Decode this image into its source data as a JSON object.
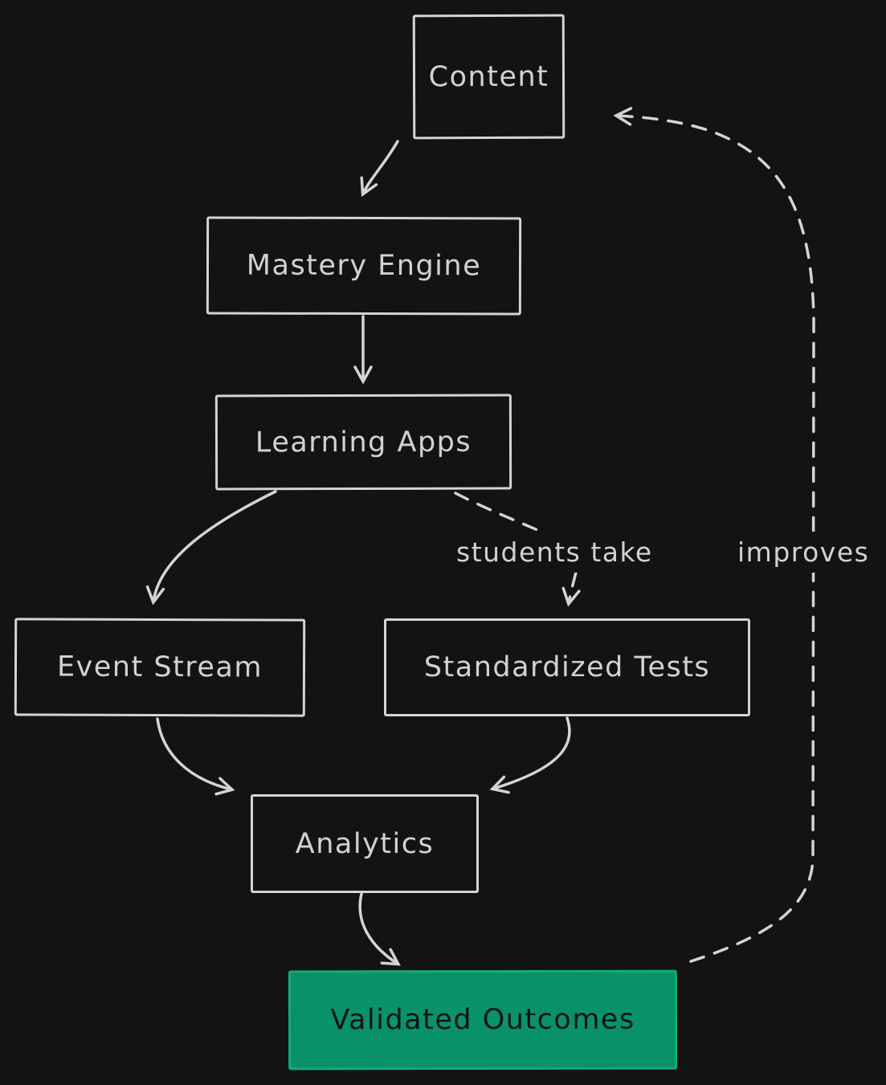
{
  "diagram": {
    "colors": {
      "background": "#131313",
      "stroke": "#d4d4d4",
      "highlight_fill": "#099268",
      "highlight_stroke": "#14aa7d",
      "highlight_text": "#0e1512"
    },
    "nodes": {
      "content": {
        "label": "Content"
      },
      "mastery_engine": {
        "label": "Mastery Engine"
      },
      "learning_apps": {
        "label": "Learning Apps"
      },
      "event_stream": {
        "label": "Event Stream"
      },
      "standardized_tests": {
        "label": "Standardized Tests"
      },
      "analytics": {
        "label": "Analytics"
      },
      "validated_outcomes": {
        "label": "Validated Outcomes"
      }
    },
    "edge_labels": {
      "students_take": "students take",
      "improves": "improves"
    },
    "edges": [
      {
        "from": "content",
        "to": "mastery_engine",
        "style": "solid"
      },
      {
        "from": "mastery_engine",
        "to": "learning_apps",
        "style": "solid"
      },
      {
        "from": "learning_apps",
        "to": "event_stream",
        "style": "solid"
      },
      {
        "from": "learning_apps",
        "to": "standardized_tests",
        "style": "dashed",
        "label": "students take"
      },
      {
        "from": "event_stream",
        "to": "analytics",
        "style": "solid"
      },
      {
        "from": "standardized_tests",
        "to": "analytics",
        "style": "solid"
      },
      {
        "from": "analytics",
        "to": "validated_outcomes",
        "style": "solid"
      },
      {
        "from": "validated_outcomes",
        "to": "content",
        "style": "dashed",
        "label": "improves"
      }
    ]
  }
}
